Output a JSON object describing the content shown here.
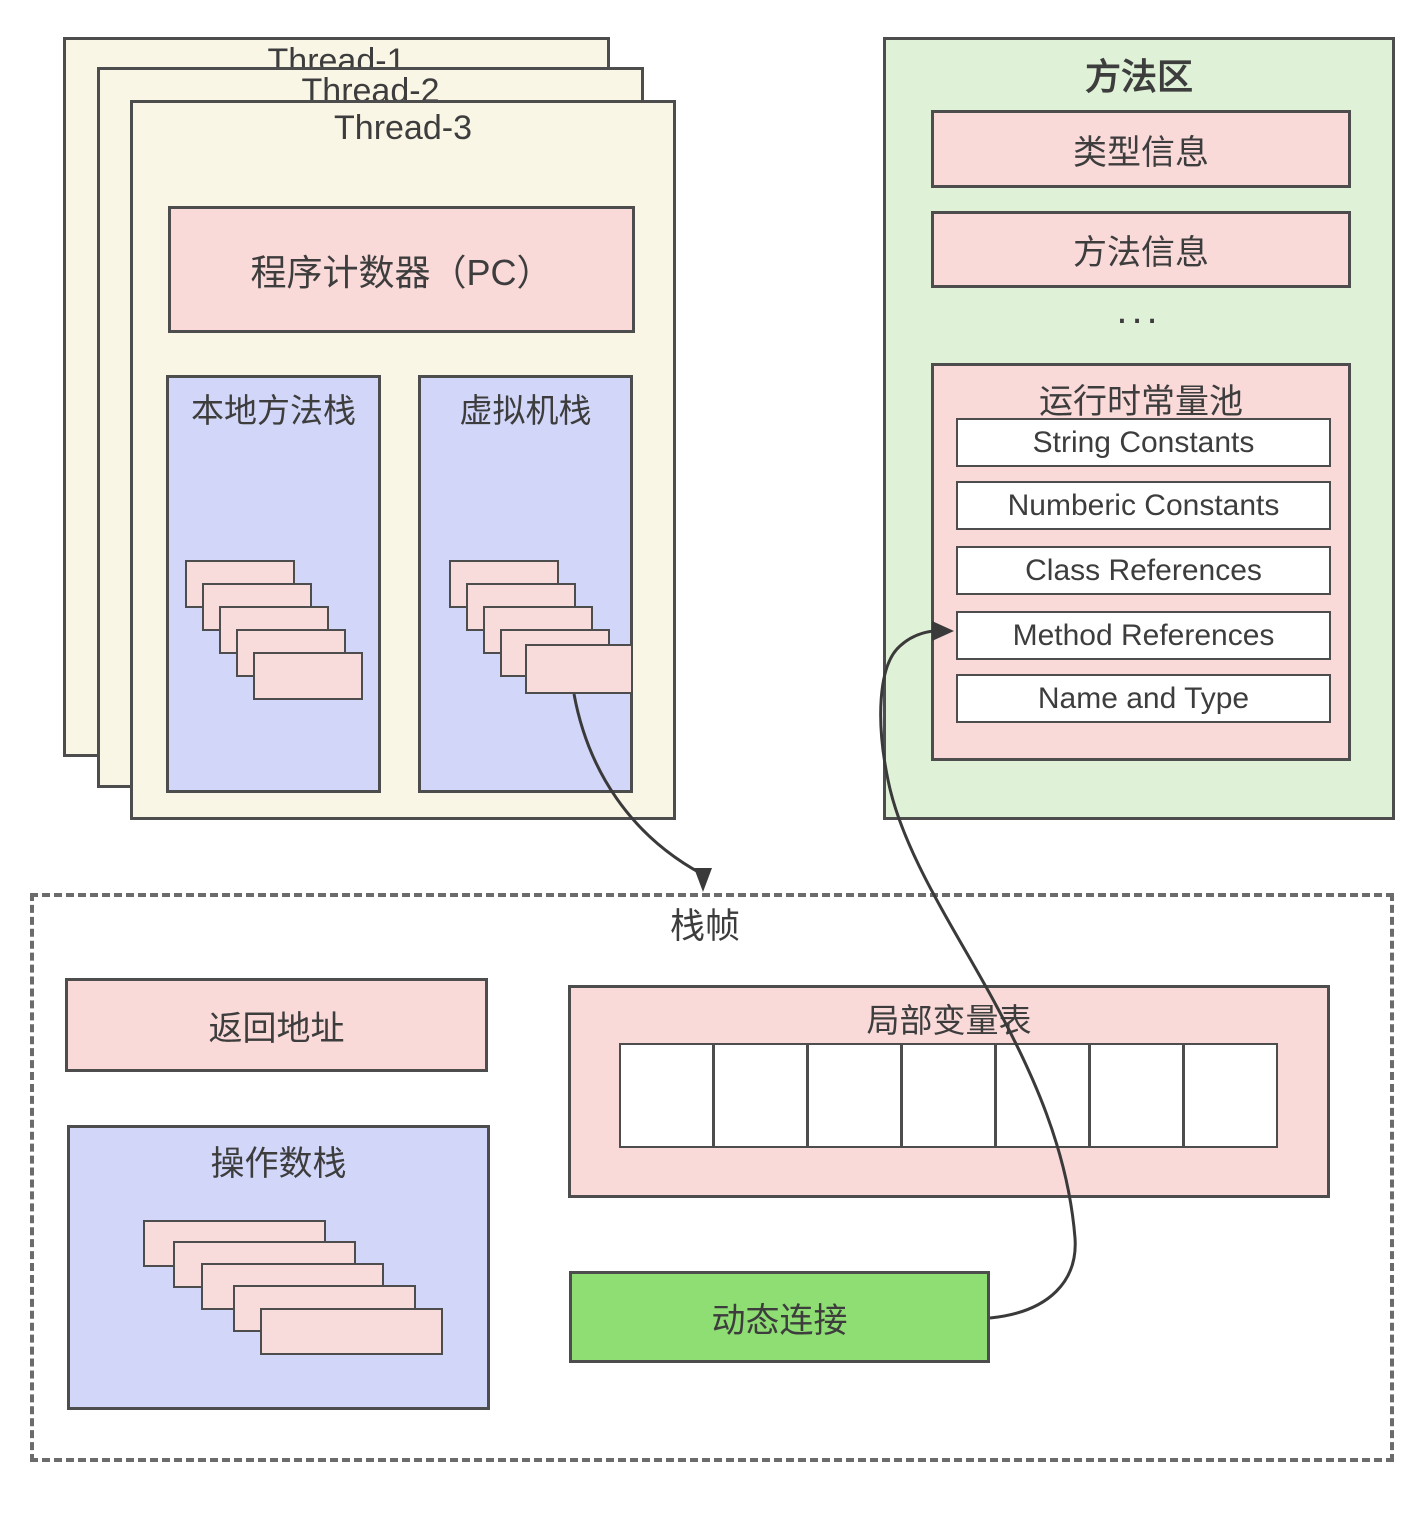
{
  "threads": {
    "items": [
      {
        "label": "Thread-1"
      },
      {
        "label": "Thread-2"
      },
      {
        "label": "Thread-3"
      }
    ],
    "pc_label": "程序计数器（PC）",
    "native_method_stack_label": "本地方法栈",
    "vm_stack_label": "虚拟机栈"
  },
  "method_area": {
    "title": "方法区",
    "type_info_label": "类型信息",
    "method_info_label": "方法信息",
    "ellipsis": "...",
    "runtime_constant_pool": {
      "title": "运行时常量池",
      "entries": [
        {
          "label": "String Constants",
          "highlighted": false
        },
        {
          "label": "Numberic Constants",
          "highlighted": false
        },
        {
          "label": "Class References",
          "highlighted": false
        },
        {
          "label": "Method References",
          "highlighted": true
        },
        {
          "label": "Name and Type",
          "highlighted": false
        }
      ]
    }
  },
  "stack_frame": {
    "title": "栈帧",
    "return_address_label": "返回地址",
    "operand_stack_label": "操作数栈",
    "local_variable_table_label": "局部变量表",
    "local_variable_cell_count": 7,
    "dynamic_link_label": "动态连接"
  },
  "colors": {
    "thread_bg": "#faf6e6",
    "pink": "#fad9d9",
    "frame_pink": "#f8dcdc",
    "stack_bg": "#d2d6f8",
    "method_area_bg": "#dff2d8",
    "highlight_green": "#8fde74",
    "active_frame_red": "#f93c44",
    "border": "#4d4d4d",
    "dashed_border": "#6b6b6b"
  }
}
